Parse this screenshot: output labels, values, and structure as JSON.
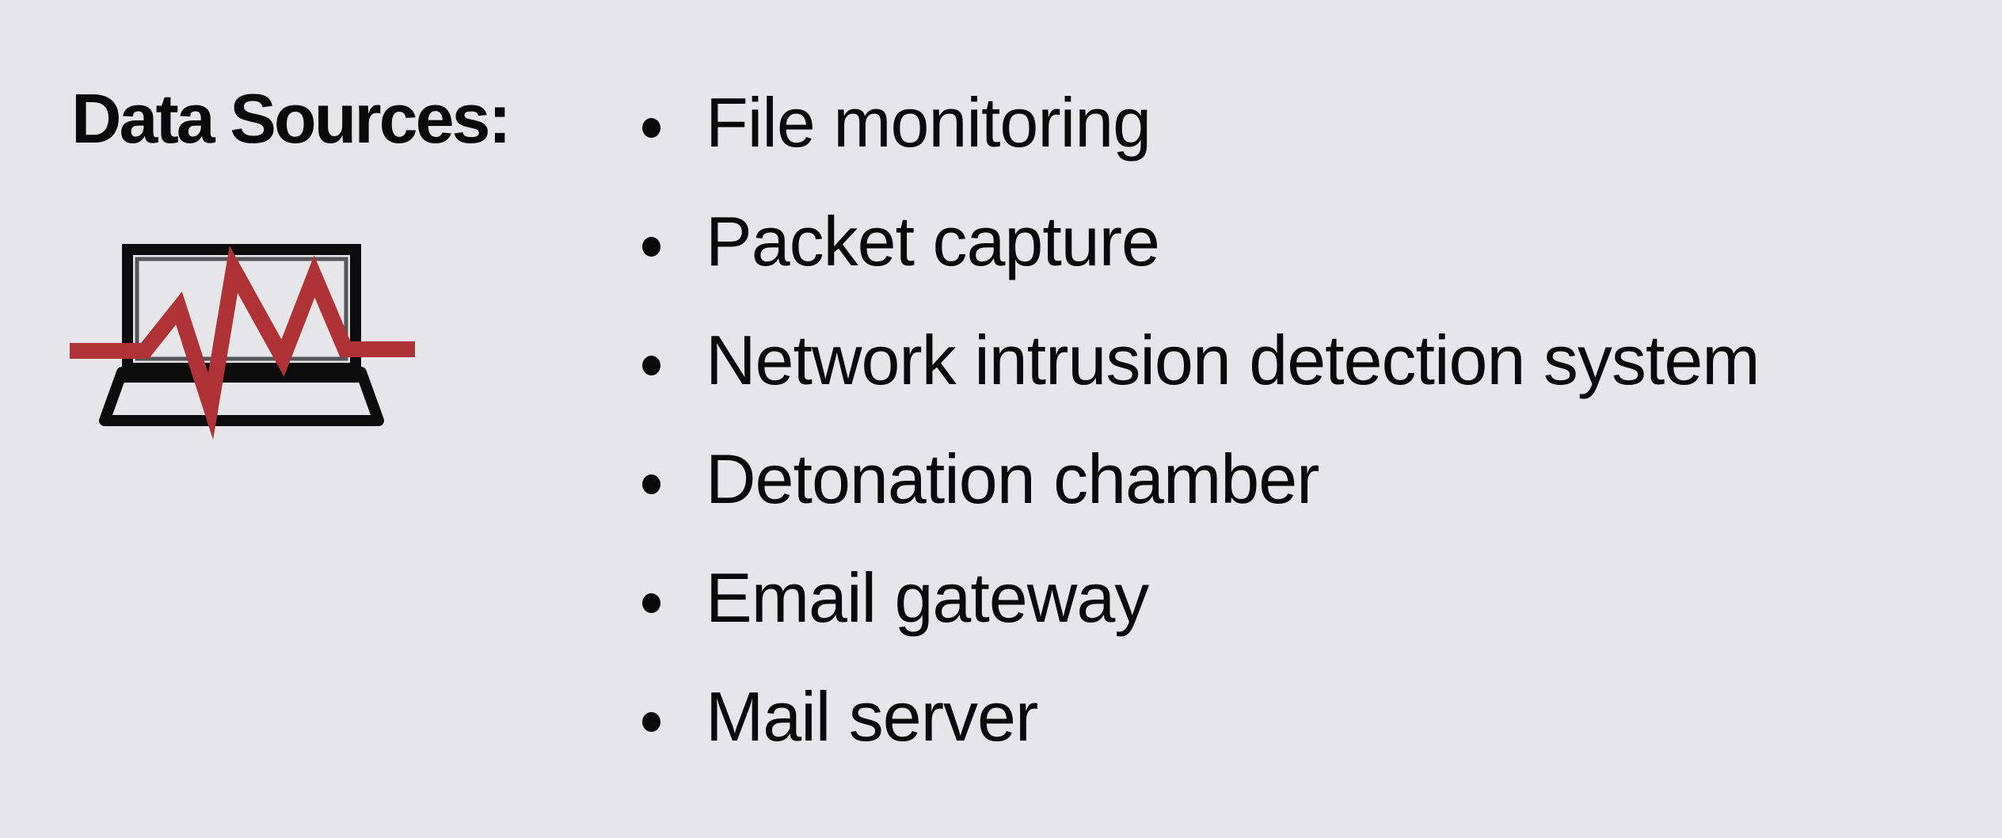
{
  "page": {
    "background_color": "#e6e6e8"
  },
  "heading": {
    "label": "Data Sources:"
  },
  "icon": {
    "name": "laptop-activity-monitor",
    "frame_color": "#0c0c0c",
    "bezel_color": "#56565a",
    "pulse_color": "#ae3236"
  },
  "data_sources": {
    "items": [
      "File monitoring",
      "Packet capture",
      "Network intrusion detection system",
      "Detonation chamber",
      "Email gateway",
      "Mail server"
    ]
  }
}
